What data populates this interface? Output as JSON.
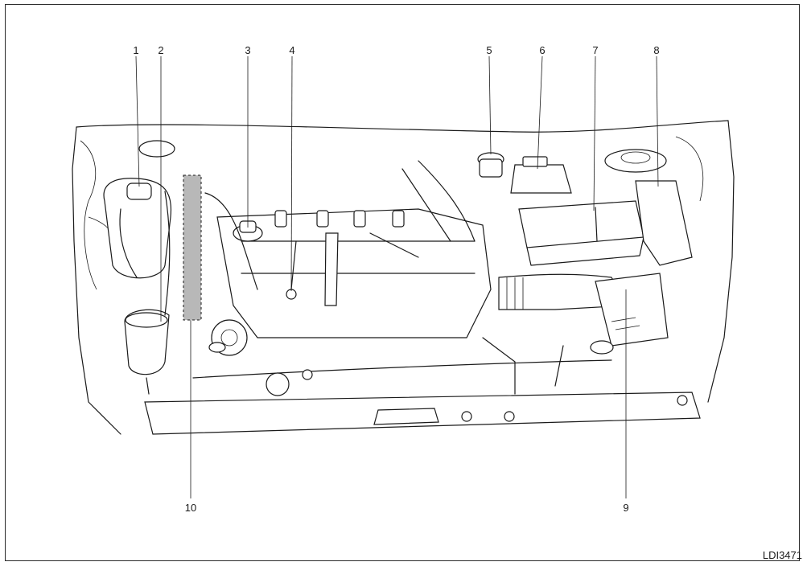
{
  "callouts": [
    {
      "label": "1"
    },
    {
      "label": "2"
    },
    {
      "label": "3"
    },
    {
      "label": "4"
    },
    {
      "label": "5"
    },
    {
      "label": "6"
    },
    {
      "label": "7"
    },
    {
      "label": "8"
    },
    {
      "label": "9"
    },
    {
      "label": "10"
    }
  ],
  "figure_code": "LDI3471",
  "colors": {
    "line": "#1a1a1a",
    "highlight": "#b8b8b8",
    "background": "#ffffff"
  }
}
